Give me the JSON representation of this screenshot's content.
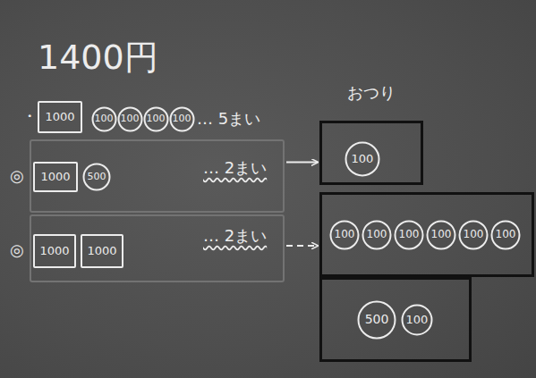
{
  "diagram": {
    "title": "1400円",
    "nodes": [
      {
        "text": [
          "1000"
        ]
      },
      {
        "text": [
          "100"
        ]
      },
      {
        "text": [
          "100"
        ]
      },
      {
        "text": [
          "100"
        ]
      },
      {
        "text": [
          "100"
        ]
      },
      {
        "text": [
          "… 2まい"
        ]
      },
      {
        "text": [
          "1000"
        ],
        "in": 5
      },
      {
        "text": [
          "500"
        ],
        "in": 5
      },
      {
        "text": [
          "… 2まい"
        ]
      },
      {
        "text": [
          "1000"
        ],
        "in": 8
      },
      {
        "text": [
          "1000"
        ],
        "in": 8
      },
      {
        "text": [
          "おつり"
        ]
      },
      {
        "text": [
          "100"
        ],
        "in": 11
      },
      {
        "text": []
      },
      {
        "text": [
          "100"
        ],
        "in": 13
      },
      {
        "text": [
          "100"
        ],
        "in": 13
      },
      {
        "text": [
          "100"
        ],
        "in": 13
      },
      {
        "text": [
          "100"
        ],
        "in": 13
      },
      {
        "text": [
          "100"
        ],
        "in": 13
      },
      {
        "text": [
          "100"
        ],
        "in": 13
      },
      {
        "text": []
      },
      {
        "text": [
          "500"
        ],
        "in": 20
      },
      {
        "text": [
          "100"
        ],
        "in": 20
      }
    ],
    "edges": [
      {
        "from": 5,
        "to": 11,
        "arrow": "to"
      },
      {
        "from": 8,
        "to": 13,
        "arrow": "to"
      }
    ],
    "labels": [
      "・",
      "◎",
      "◎",
      "… 5まい"
    ]
  }
}
